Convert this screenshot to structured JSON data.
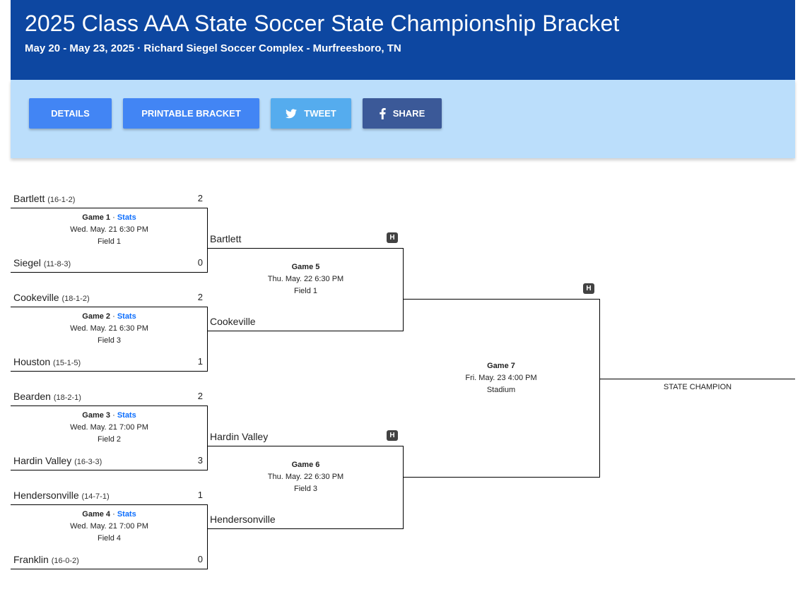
{
  "header": {
    "title": "2025 Class AAA State Soccer State Championship Bracket",
    "subtitle": "May 20 - May 23, 2025  ·  Richard Siegel Soccer Complex - Murfreesboro, TN"
  },
  "toolbar": {
    "details": "DETAILS",
    "printable": "PRINTABLE BRACKET",
    "tweet": "TWEET",
    "share": "SHARE"
  },
  "round1": [
    {
      "top": {
        "name": "Bartlett",
        "record": "(16-1-2)",
        "score": "2"
      },
      "bottom": {
        "name": "Siegel",
        "record": "(11-8-3)",
        "score": "0"
      },
      "game": "Game 1",
      "stats": "Stats",
      "datetime": "Wed. May. 21 6:30 PM",
      "field": "Field 1"
    },
    {
      "top": {
        "name": "Cookeville",
        "record": "(18-1-2)",
        "score": "2"
      },
      "bottom": {
        "name": "Houston",
        "record": "(15-1-5)",
        "score": "1"
      },
      "game": "Game 2",
      "stats": "Stats",
      "datetime": "Wed. May. 21 6:30 PM",
      "field": "Field 3"
    },
    {
      "top": {
        "name": "Bearden",
        "record": "(18-2-1)",
        "score": "2"
      },
      "bottom": {
        "name": "Hardin Valley",
        "record": "(16-3-3)",
        "score": "3"
      },
      "game": "Game 3",
      "stats": "Stats",
      "datetime": "Wed. May. 21 7:00 PM",
      "field": "Field 2"
    },
    {
      "top": {
        "name": "Hendersonville",
        "record": "(14-7-1)",
        "score": "1"
      },
      "bottom": {
        "name": "Franklin",
        "record": "(16-0-2)",
        "score": "0"
      },
      "game": "Game 4",
      "stats": "Stats",
      "datetime": "Wed. May. 21 7:00 PM",
      "field": "Field 4"
    }
  ],
  "round2": [
    {
      "top": "Bartlett",
      "bottom": "Cookeville",
      "game": "Game 5",
      "datetime": "Thu. May. 22 6:30 PM",
      "field": "Field 1",
      "badge": "H"
    },
    {
      "top": "Hardin Valley",
      "bottom": "Hendersonville",
      "game": "Game 6",
      "datetime": "Thu. May. 22 6:30 PM",
      "field": "Field 3",
      "badge": "H"
    }
  ],
  "final": {
    "game": "Game 7",
    "datetime": "Fri. May. 23 4:00 PM",
    "field": "Stadium",
    "badge": "H"
  },
  "champion_label": "STATE CHAMPION",
  "colors": {
    "header": "#0d47a1",
    "toolbar": "#bbdefb",
    "button": "#4285f4",
    "twitter": "#55acee",
    "facebook": "#3b5998",
    "stats_link": "#0d6efd"
  }
}
